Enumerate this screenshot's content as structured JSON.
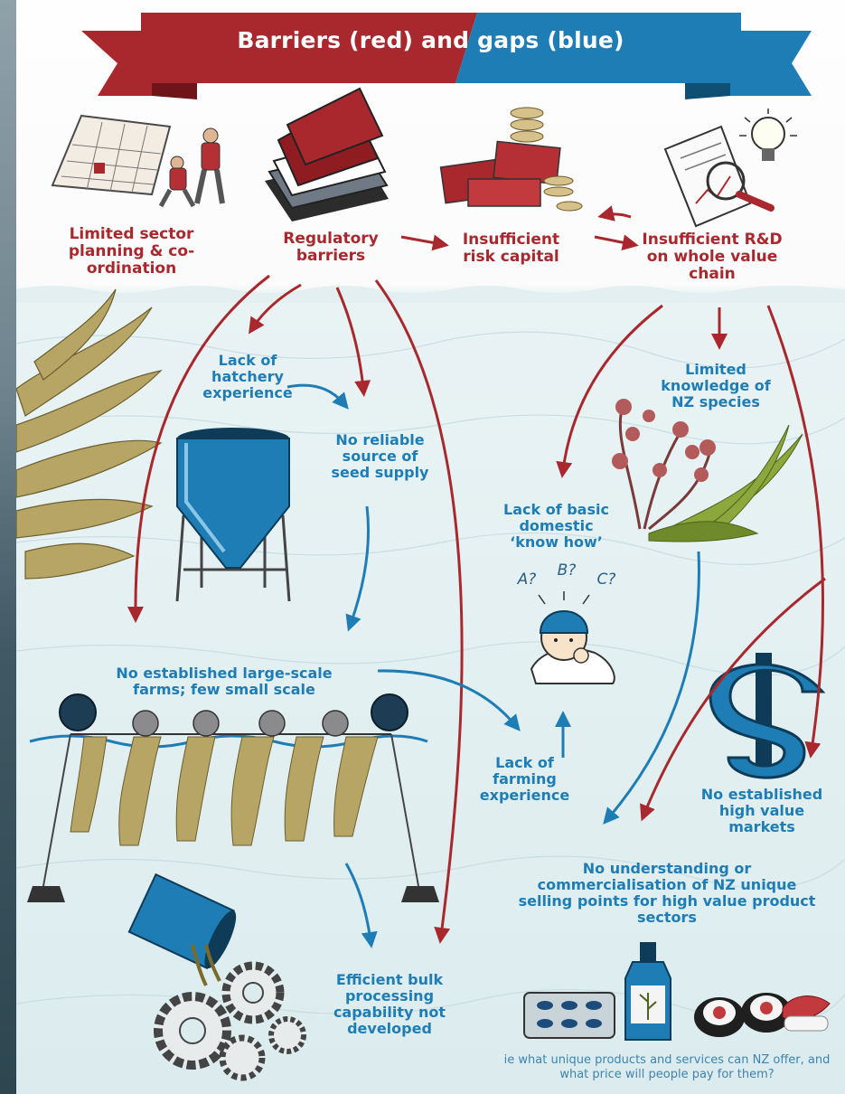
{
  "title": "Barriers (red) and gaps (blue)",
  "colors": {
    "barrier_red": "#a8282d",
    "gap_blue": "#1e7db5",
    "background": "#dcecee"
  },
  "legend": {
    "barriers": "red",
    "gaps": "blue"
  },
  "barriers": {
    "planning": "Limited sector planning & co-ordination",
    "regulatory": "Regulatory barriers",
    "risk_capital": "Insufficient risk capital",
    "rnd": "Insufficient R&D on whole value chain"
  },
  "gaps": {
    "hatchery": "Lack of hatchery experience",
    "seed": "No reliable source of seed supply",
    "nz_species": "Limited knowledge of NZ species",
    "know_how": "Lack of basic domestic ‘know how’",
    "farms": "No established large-scale farms; few small scale",
    "farming_exp": "Lack of farming experience",
    "markets": "No established high value markets",
    "usp": "No understanding or commercialisation of NZ unique selling points for high value product sectors",
    "processing": "Efficient bulk processing capability not developed"
  },
  "thinking_marks": [
    "A?",
    "B?",
    "C?"
  ],
  "footnote": "ie what unique products and services can NZ offer, and what price will people pay for them?",
  "icons": [
    "calendar-icon",
    "books-icon",
    "money-stack-icon",
    "research-report-icon",
    "lightbulb-icon",
    "seaweed-icon",
    "hatchery-tank-icon",
    "red-seaweed-icon",
    "thinking-person-icon",
    "buoy-farm-icon",
    "dollar-sign-icon",
    "gears-icon",
    "capsules-icon",
    "bottle-icon",
    "sushi-icon"
  ]
}
